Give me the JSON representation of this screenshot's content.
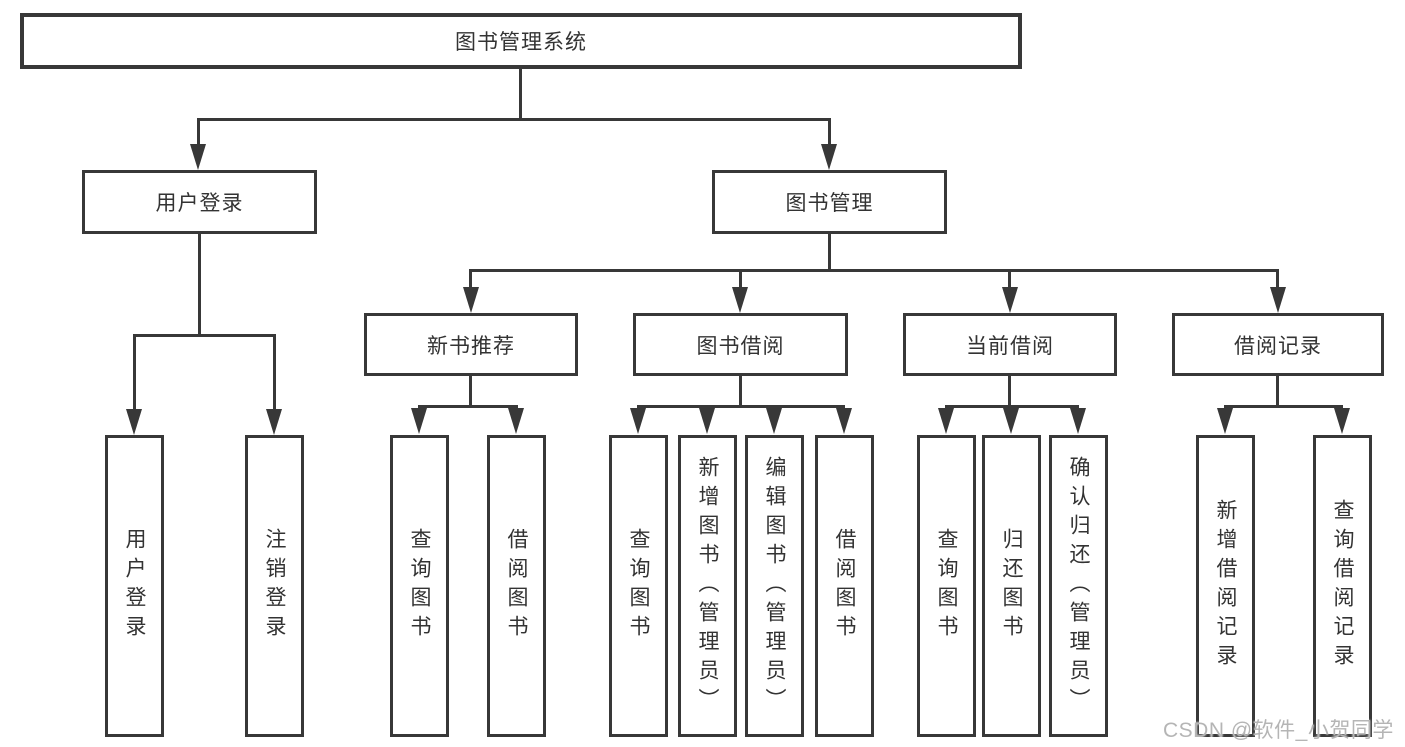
{
  "diagram": {
    "root": "图书管理系统",
    "level2": [
      "用户登录",
      "图书管理"
    ],
    "level3": [
      "新书推荐",
      "图书借阅",
      "当前借阅",
      "借阅记录"
    ],
    "leaves": {
      "login": [
        "用户登录",
        "注销登录"
      ],
      "recommend": [
        "查询图书",
        "借阅图书"
      ],
      "borrow": [
        "查询图书",
        "新增图书（管理员）",
        "编辑图书（管理员）",
        "借阅图书"
      ],
      "current": [
        "查询图书",
        "归还图书",
        "确认归还（管理员）"
      ],
      "records": [
        "新增借阅记录",
        "查询借阅记录"
      ]
    }
  },
  "watermark": {
    "text": "CSDN @软件_小贺同学"
  },
  "colors": {
    "line": "#383838",
    "text": "#333333",
    "watermark": "#b5b5b5",
    "background": "#ffffff"
  }
}
